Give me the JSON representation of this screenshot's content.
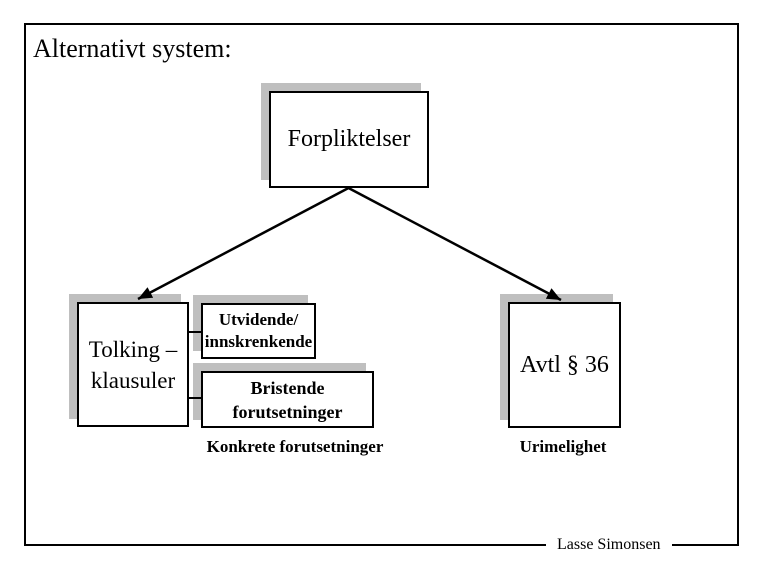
{
  "slide": {
    "title": "Alternativt system:",
    "footer": "Lasse Simonsen"
  },
  "diagram": {
    "root_box": {
      "label": "Forpliktelser"
    },
    "left_box": {
      "line1": "Tolking –",
      "line2": "klausuler"
    },
    "sub_box_top": {
      "line1": "Utvidende/",
      "line2": "innskrenkende"
    },
    "sub_box_bottom": {
      "line1": "Bristende",
      "line2": "forutsetninger"
    },
    "right_box": {
      "label": "Avtl § 36"
    },
    "caption_left": "Konkrete forutsetninger",
    "caption_right": "Urimelighet"
  },
  "colors": {
    "background": "#ffffff",
    "border": "#000000",
    "box_shadow": "#bfbfbf",
    "text": "#000000"
  }
}
